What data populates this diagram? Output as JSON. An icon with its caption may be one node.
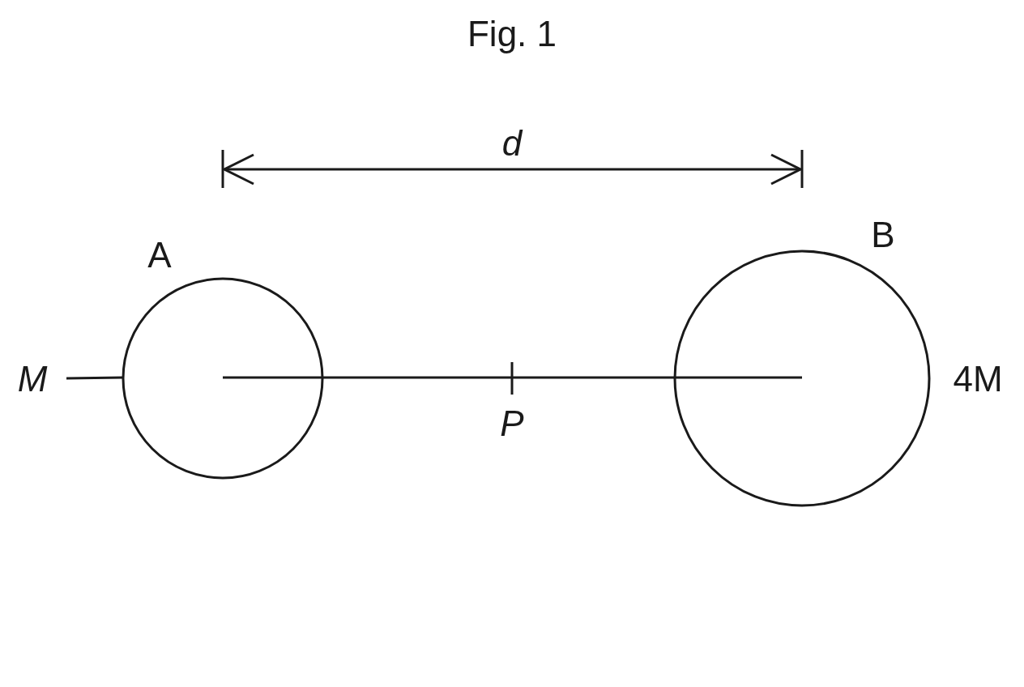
{
  "diagram": {
    "title": "Fig. 1",
    "nodes": [
      {
        "text": [
          "A"
        ]
      },
      {
        "text": [
          "B"
        ],
        "beside": [
          "4M"
        ]
      },
      {
        "text": [
          "M"
        ]
      }
    ],
    "edges": [
      {
        "from": 2,
        "to": 0,
        "arrow": "none"
      },
      {
        "from": 0,
        "to": 1,
        "arrow": "none"
      }
    ],
    "labels": [
      "d",
      "P"
    ]
  }
}
